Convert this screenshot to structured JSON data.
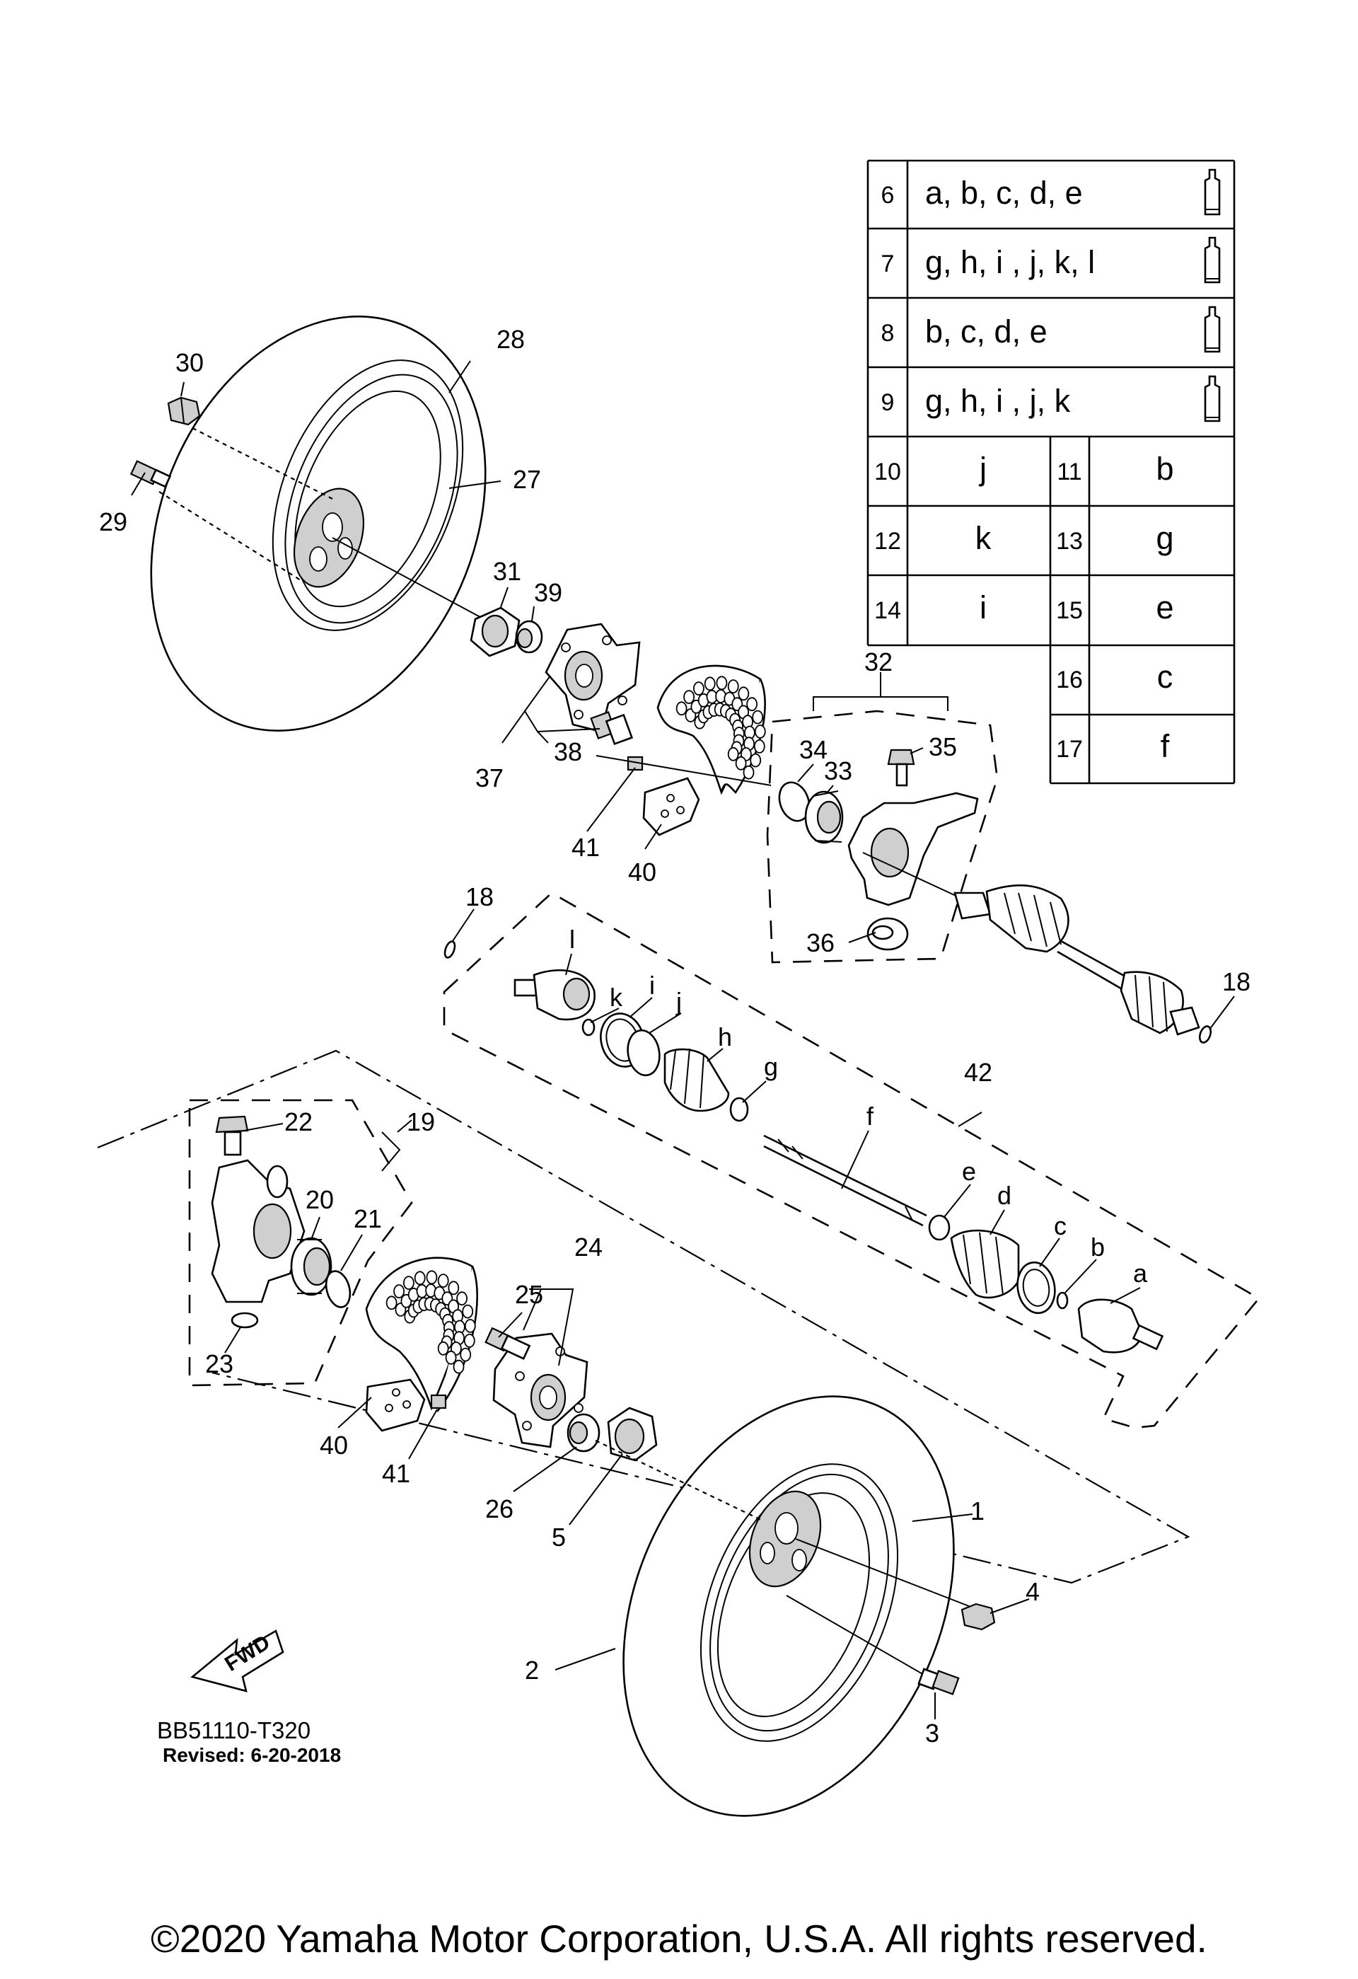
{
  "table": {
    "rows": [
      {
        "num": "6",
        "val": "a, b, c, d, e",
        "icon": "grease-tube-icon"
      },
      {
        "num": "7",
        "val": "g, h, i , j, k, l",
        "icon": "grease-tube-icon"
      },
      {
        "num": "8",
        "val": "b, c, d, e",
        "icon": "grease-tube-icon"
      },
      {
        "num": "9",
        "val": "g, h, i , j, k",
        "icon": "grease-tube-icon"
      }
    ],
    "pairs": [
      {
        "n1": "10",
        "v1": "j",
        "n2": "11",
        "v2": "b"
      },
      {
        "n1": "12",
        "v1": "k",
        "n2": "13",
        "v2": "g"
      },
      {
        "n1": "14",
        "v1": "i",
        "n2": "15",
        "v2": "e"
      }
    ],
    "singles": [
      {
        "n": "16",
        "v": "c"
      },
      {
        "n": "17",
        "v": "f"
      }
    ]
  },
  "callouts": {
    "p1": "1",
    "p2": "2",
    "p3": "3",
    "p4": "4",
    "p5": "5",
    "p18a": "18",
    "p18b": "18",
    "p19": "19",
    "p20": "20",
    "p21": "21",
    "p22": "22",
    "p23": "23",
    "p24": "24",
    "p25": "25",
    "p26": "26",
    "p27": "27",
    "p28": "28",
    "p29": "29",
    "p30": "30",
    "p31": "31",
    "p32": "32",
    "p33": "33",
    "p34": "34",
    "p35": "35",
    "p36": "36",
    "p37": "37",
    "p38": "38",
    "p39": "39",
    "p40a": "40",
    "p40b": "40",
    "p41a": "41",
    "p41b": "41",
    "p42": "42",
    "a": "a",
    "b": "b",
    "c": "c",
    "d": "d",
    "e": "e",
    "f": "f",
    "g": "g",
    "h": "h",
    "i": "i",
    "j": "j",
    "k": "k",
    "l": "l"
  },
  "fwd_label": "FWD",
  "diagram_code": "BB51110-T320",
  "revised": "Revised: 6-20-2018",
  "copyright": "©2020 Yamaha Motor Corporation, U.S.A. All rights reserved."
}
